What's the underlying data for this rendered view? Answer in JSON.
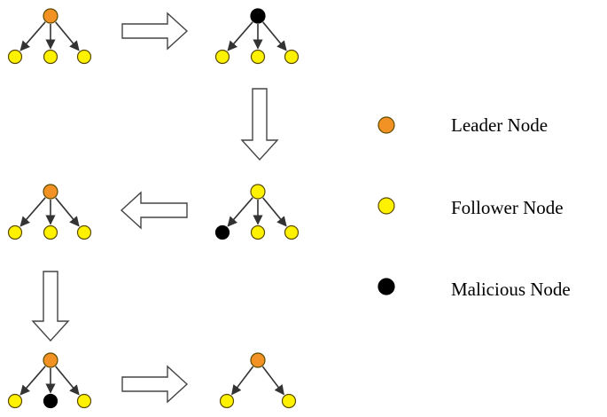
{
  "colors": {
    "leader": "#f39224",
    "follower": "#fff200",
    "malicious": "#000000",
    "outline": "#5a4a00",
    "edge": "#333333",
    "arrow_stroke": "#444444"
  },
  "trees": [
    {
      "id": "t1",
      "root": "leader",
      "children": [
        "follower",
        "follower",
        "follower"
      ]
    },
    {
      "id": "t2",
      "root": "malicious",
      "children": [
        "follower",
        "follower",
        "follower"
      ]
    },
    {
      "id": "t3",
      "root": "follower",
      "children": [
        "malicious",
        "follower",
        "follower"
      ]
    },
    {
      "id": "t4",
      "root": "leader",
      "children": [
        "follower",
        "follower",
        "follower"
      ]
    },
    {
      "id": "t5",
      "root": "leader",
      "children": [
        "follower",
        "malicious",
        "follower"
      ]
    },
    {
      "id": "t6",
      "root": "leader",
      "children": [
        "follower",
        "follower"
      ]
    }
  ],
  "transitions": [
    {
      "from": "t1",
      "to": "t2",
      "direction": "right"
    },
    {
      "from": "t2",
      "to": "t3",
      "direction": "down"
    },
    {
      "from": "t3",
      "to": "t4",
      "direction": "left"
    },
    {
      "from": "t4",
      "to": "t5",
      "direction": "down"
    },
    {
      "from": "t5",
      "to": "t6",
      "direction": "right"
    }
  ],
  "legend": [
    {
      "role": "leader",
      "label": "Leader Node"
    },
    {
      "role": "follower",
      "label": "Follower Node"
    },
    {
      "role": "malicious",
      "label": "Malicious Node"
    }
  ]
}
